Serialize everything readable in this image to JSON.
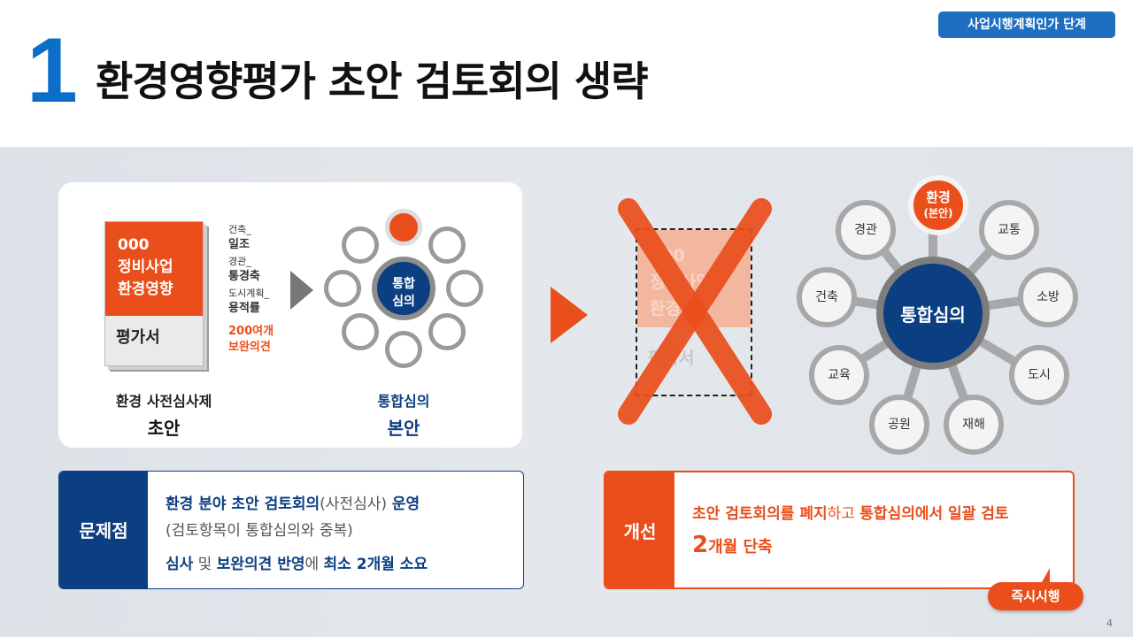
{
  "header": {
    "number": "1",
    "title": "환경영향평가 초안 검토회의 생략",
    "stage_tag": "사업시행계획인가 단계"
  },
  "left_panel": {
    "book": {
      "lines": [
        "000",
        "정비사업",
        "환경영향"
      ],
      "bottom": "평가서"
    },
    "side_labels": [
      {
        "small": "건축_",
        "bold": "일조"
      },
      {
        "small": "경관_",
        "bold": "통경축"
      },
      {
        "small": "도시계획_",
        "bold": "용적률"
      }
    ],
    "side_note": [
      "200여개",
      "보완의견"
    ],
    "caption_left": [
      "환경 사전심사제",
      "초안"
    ],
    "hub_small": [
      "통합",
      "심의"
    ],
    "caption_right": [
      "통합심의",
      "본안"
    ]
  },
  "crossed_doc": {
    "lines": [
      "000",
      "정비사업",
      "환경영향"
    ],
    "bottom": "평가서"
  },
  "network": {
    "hub": "통합심의",
    "env_node": {
      "label": "환경",
      "sub": "(본안)"
    },
    "nodes": [
      "경관",
      "교통",
      "건축",
      "소방",
      "교육",
      "도시",
      "공원",
      "재해"
    ]
  },
  "problem": {
    "label": "문제점",
    "line1_bold": "환경 분야 초안 검토회의",
    "line1_normal": "(사전심사)",
    "line1_tail": " 운영",
    "line2": "(검토항목이 통합심의와 중복)",
    "line3_a": "심사",
    "line3_b": " 및 ",
    "line3_c": "보완의견 반영",
    "line3_d": "에 ",
    "line3_e": "최소 2개월 소요"
  },
  "improvement": {
    "label": "개선",
    "line1_a": "초안 검토회의를 폐지",
    "line1_b": "하고 ",
    "line1_c": "통합심의에서 일괄 검토",
    "line2_num": "2",
    "line2_rest": "개월 단축",
    "button": "즉시시행"
  },
  "page_number": "4",
  "colors": {
    "blue": "#0b6fc7",
    "navy": "#0c3f82",
    "orange": "#ea4e1b"
  }
}
